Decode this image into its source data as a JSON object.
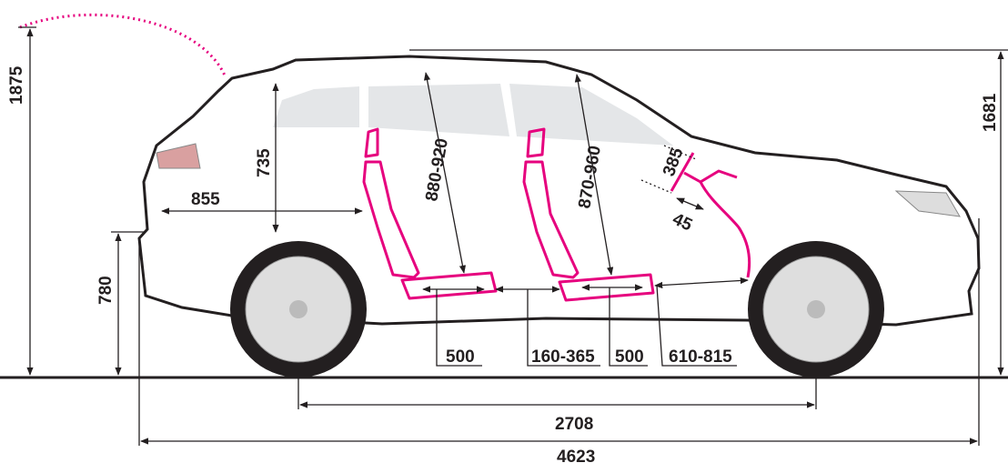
{
  "colors": {
    "accent": "#e6007e",
    "line": "#231f20",
    "body": "#ffffff",
    "glass": "#e4e6e8"
  },
  "dimensions": {
    "overall_height_open_tailgate": "1875",
    "overall_height": "1681",
    "rear_load_height": "780",
    "cargo_opening_height": "735",
    "cargo_length": "855",
    "rear_headroom": "880-920",
    "front_headroom": "870-960",
    "steering_wheel_diameter": "385",
    "steering_angle": "45",
    "rear_seat_cushion": "500",
    "rear_legroom": "160-365",
    "front_seat_cushion": "500",
    "front_legroom": "610-815",
    "wheelbase": "2708",
    "overall_length": "4623"
  }
}
